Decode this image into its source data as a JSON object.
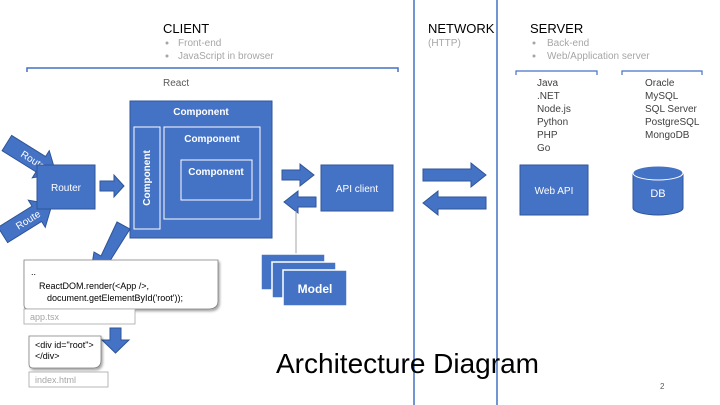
{
  "client": {
    "heading": "CLIENT",
    "bullets": [
      "Front-end",
      "JavaScript in browser"
    ],
    "framework": "React"
  },
  "network": {
    "heading": "NETWORK",
    "protocol": "(HTTP)"
  },
  "server": {
    "heading": "SERVER",
    "bullets": [
      "Back-end",
      "Web/Application server"
    ],
    "languages": [
      "Java",
      ".NET",
      "Node.js",
      "Python",
      "PHP",
      "Go"
    ],
    "databases": [
      "Oracle",
      "MySQL",
      "SQL Server",
      "PostgreSQL",
      "MongoDB"
    ],
    "webapi_label": "Web API",
    "db_label": "DB"
  },
  "nodes": {
    "route_top": "Route",
    "route_bottom": "Route",
    "router": "Router",
    "component_outer": "Component",
    "component_side": "Component",
    "component_middle": "Component",
    "component_inner": "Component",
    "api_client": "API client",
    "model": "Model"
  },
  "files": {
    "app_code": [
      "..",
      "ReactDOM.render(<App />,",
      "document.getElementById('root'));"
    ],
    "app_name": "app.tsx",
    "index_code": [
      "<div id=\"root\">",
      "</div>"
    ],
    "index_name": "index.html"
  },
  "slide": {
    "title": "Architecture Diagram",
    "page_number": "2"
  },
  "colors": {
    "box_fill": "#4472C4",
    "box_stroke": "#2F5597",
    "divider": "#4472C4",
    "heading": "#000000",
    "muted": "#A6A6A6",
    "body_text": "#404040"
  }
}
